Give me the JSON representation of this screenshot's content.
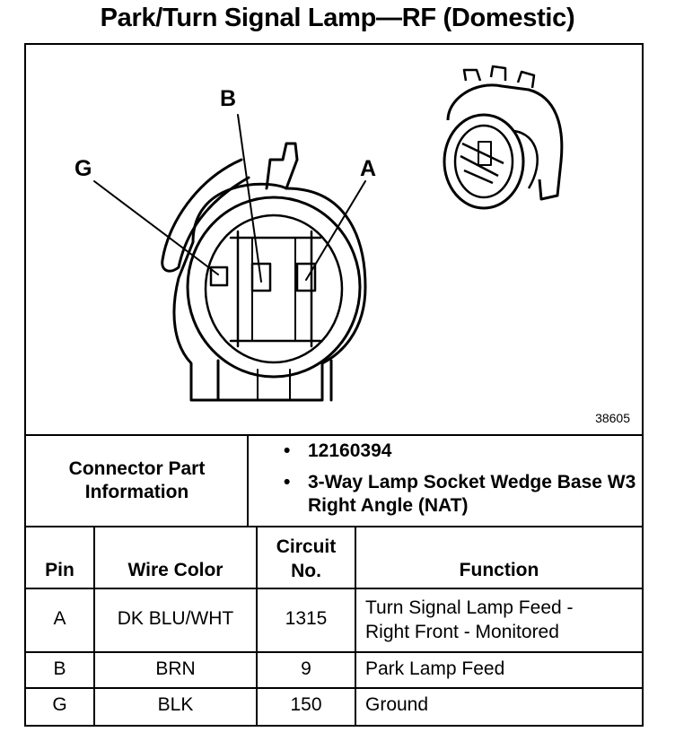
{
  "title": "Park/Turn Signal Lamp—RF (Domestic)",
  "figure_number": "38605",
  "pin_labels": {
    "b": "B",
    "g": "G",
    "a": "A"
  },
  "connector_info": {
    "label": "Connector Part\nInformation",
    "items": [
      "12160394",
      "3-Way Lamp Socket Wedge Base W3 Right Angle (NAT)"
    ]
  },
  "table": {
    "headers": {
      "pin": "Pin",
      "wire_color": "Wire Color",
      "circuit_no": "Circuit\nNo.",
      "function": "Function"
    },
    "rows": [
      {
        "pin": "A",
        "wire_color": "DK BLU/WHT",
        "circuit_no": "1315",
        "function": "Turn Signal Lamp Feed -\nRight Front - Monitored"
      },
      {
        "pin": "B",
        "wire_color": "BRN",
        "circuit_no": "9",
        "function": "Park Lamp Feed"
      },
      {
        "pin": "G",
        "wire_color": "BLK",
        "circuit_no": "150",
        "function": "Ground"
      }
    ]
  }
}
